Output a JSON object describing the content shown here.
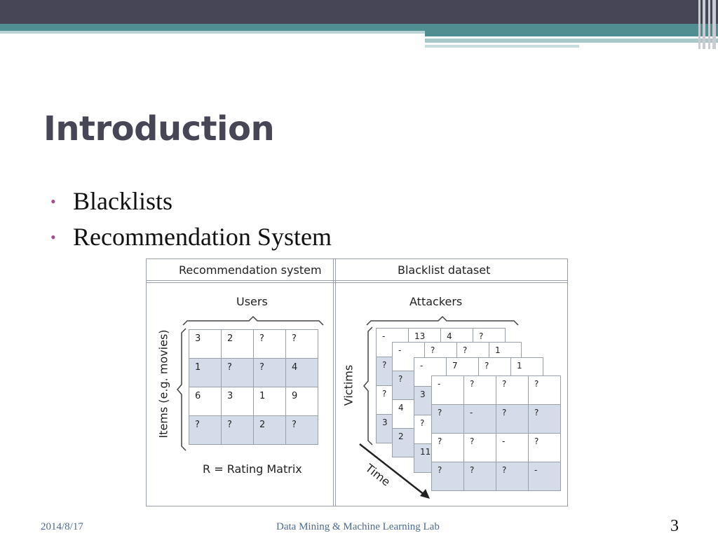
{
  "slide": {
    "title": "Introduction",
    "bullets": [
      "Blacklists",
      "Recommendation System"
    ]
  },
  "figure": {
    "left_header": "Recommendation system",
    "right_header": "Blacklist dataset",
    "users_label": "Users",
    "items_label": "Items (e.g. movies)",
    "matrix_caption": "R = Rating Matrix",
    "attackers_label": "Attackers",
    "victims_label": "Victims",
    "time_label": "Time",
    "rating_matrix": [
      [
        "3",
        "2",
        "?",
        "?"
      ],
      [
        "1",
        "?",
        "?",
        "4"
      ],
      [
        "6",
        "3",
        "1",
        "9"
      ],
      [
        "?",
        "?",
        "2",
        "?"
      ]
    ],
    "layers": [
      [
        [
          "-",
          "13",
          "4",
          "?"
        ],
        [
          "?",
          "",
          "",
          ""
        ],
        [
          "?",
          "",
          "",
          ""
        ],
        [
          "3",
          "",
          "",
          ""
        ]
      ],
      [
        [
          "-",
          "?",
          "?",
          "1"
        ],
        [
          "?",
          "",
          "",
          ""
        ],
        [
          "4",
          "",
          "",
          ""
        ],
        [
          "2",
          "",
          "",
          ""
        ]
      ],
      [
        [
          "-",
          "7",
          "?",
          "1"
        ],
        [
          "3",
          "",
          "",
          ""
        ],
        [
          "?",
          "",
          "",
          ""
        ],
        [
          "11",
          "",
          "",
          ""
        ]
      ],
      [
        [
          "-",
          "?",
          "?",
          "?"
        ],
        [
          "?",
          "-",
          "?",
          "?"
        ],
        [
          "?",
          "?",
          "-",
          "?"
        ],
        [
          "?",
          "?",
          "?",
          "-"
        ]
      ]
    ]
  },
  "footer": {
    "date": "2014/8/17",
    "lab": "Data Mining & Machine Learning Lab",
    "page_number": "3"
  },
  "colors": {
    "title": "#464657",
    "bullet": "#a2508f",
    "footer": "#4f6b8f",
    "band_dark": "#464657",
    "band_teal": "#4f8e91",
    "cell_shade": "#d4dcea"
  }
}
